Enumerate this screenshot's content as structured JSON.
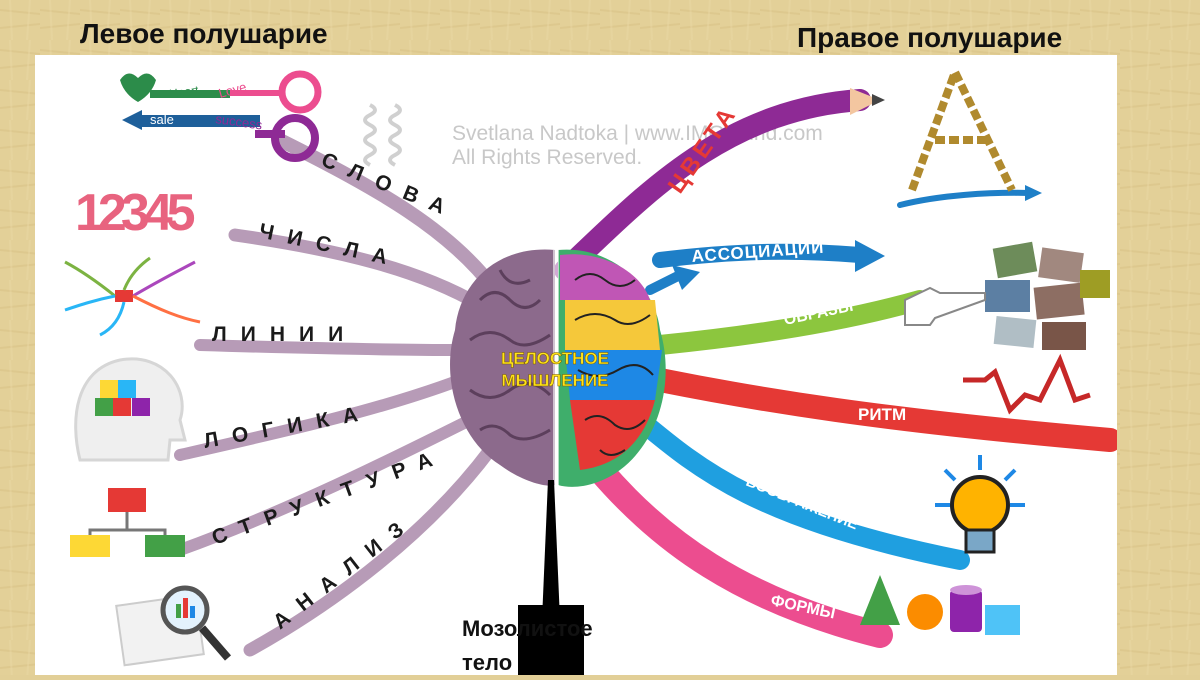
{
  "header": {
    "left_title": "Левое полушарие",
    "right_title": "Правое полушарие"
  },
  "watermark": {
    "line1": "Svetlana Nadtoka | www.IMG-mind.com",
    "line2": "All Rights Reserved."
  },
  "center": {
    "line1": "ЦЕЛОСТНОЕ",
    "line2": "МЫШЛЕНИЕ"
  },
  "left_branches": [
    "СЛОВА",
    "ЧИСЛА",
    "ЛИНИИ",
    "ЛОГИКА",
    "СТРУКТУРА",
    "АНАЛИЗ"
  ],
  "right_branches": [
    "ЦВЕТА",
    "АССОЦИАЦИИ",
    "ОБРАЗЫ",
    "РИТМ",
    "ВООБРАЖЕНИЕ",
    "ФОРМЫ"
  ],
  "keys": {
    "key1": "Heart",
    "key2": "Love",
    "key3": "sale",
    "key4": "success"
  },
  "numbers_icon": "12345",
  "bottom_label": {
    "line1": "Мозолистое",
    "line2": "тело"
  },
  "icons": [
    "keys-icon",
    "numbers-icon",
    "mindmap-lines-icon",
    "puzzle-head-icon",
    "flowchart-icon",
    "magnifier-chart-icon",
    "chain-letter-icon",
    "arrow-icon",
    "photos-icon",
    "hand-pointer-icon",
    "pulse-icon",
    "lightbulb-icon",
    "shapes-icon"
  ]
}
